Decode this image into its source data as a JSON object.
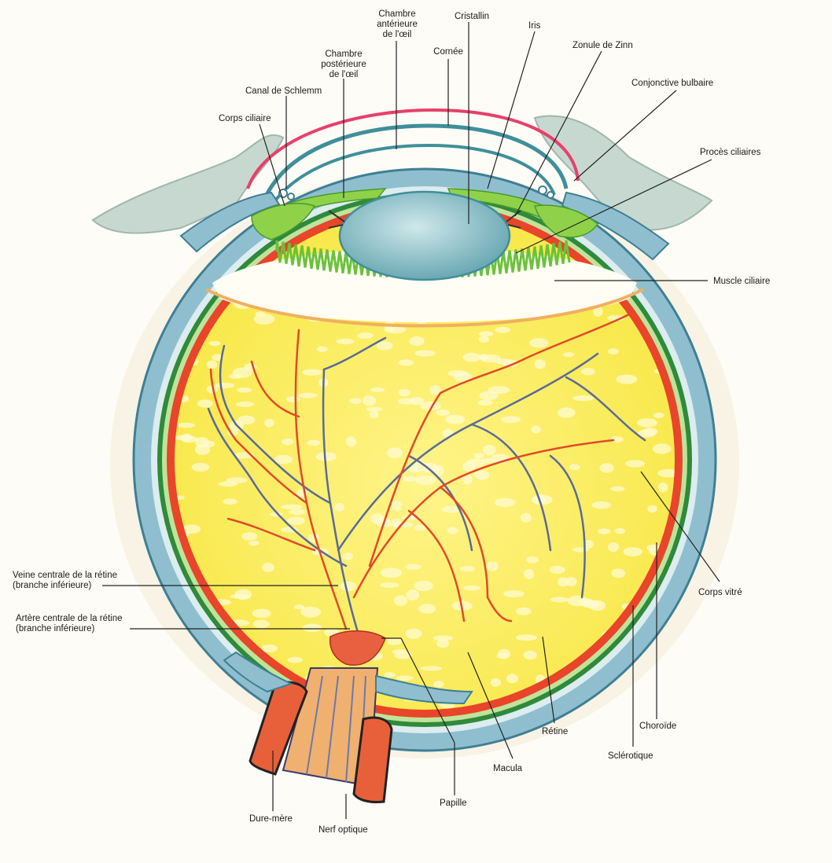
{
  "labels": {
    "chambre_anterieure": "Chambre\nantérieure\nde l'œil",
    "cristallin": "Cristallin",
    "cornee": "Cornée",
    "iris": "Iris",
    "zonule_zinn": "Zonule de Zinn",
    "chambre_posterieure": "Chambre\npostérieure\nde l'œil",
    "canal_schlemm": "Canal de Schlemm",
    "corps_ciliaire": "Corps ciliaire",
    "conjonctive_bulbaire": "Conjonctive bulbaire",
    "proces_ciliaires": "Procès ciliaires",
    "muscle_ciliaire": "Muscle ciliaire",
    "veine_centrale": "Veine centrale de la rétine\n(branche inférieure)",
    "artere_centrale": "Artère centrale de la rétine\n(branche inférieure)",
    "corps_vitre": "Corps vitré",
    "choroide": "Choroïde",
    "retine": "Rétine",
    "sclerotique": "Sclérotique",
    "macula": "Macula",
    "papille": "Papille",
    "dure_mere": "Dure-mère",
    "nerf_optique": "Nerf optique"
  },
  "colors": {
    "sclera": "#7fb5c6",
    "sclera_dark": "#3f7f94",
    "choroid": "#2f8a3a",
    "retina": "#e8452a",
    "vitreous": "#fcf06a",
    "lens": "#8fc4cc",
    "ciliary": "#8fd24a",
    "conjunctiva": "#e8406a",
    "vein": "#5a6a9a",
    "artery": "#e04a2a"
  }
}
